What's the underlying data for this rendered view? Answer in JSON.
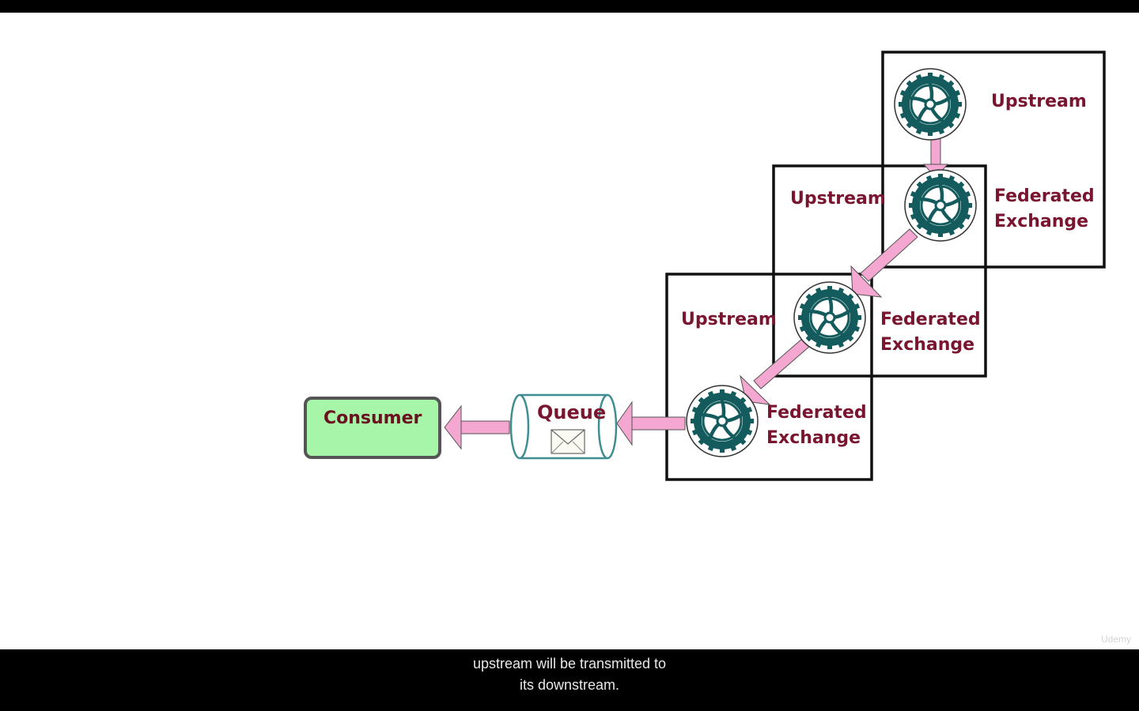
{
  "diagram": {
    "consumer": {
      "label": "Consumer",
      "fill": "#a6f5a8",
      "stroke": "#555555"
    },
    "queue": {
      "label": "Queue",
      "stroke": "#3f8e93",
      "icon": "envelope-icon"
    },
    "nodes": [
      {
        "upstream_label": "Upstream",
        "exchange_label_1": "Federated",
        "exchange_label_2": "Exchange"
      },
      {
        "upstream_label": "Upstream",
        "exchange_label_1": "Federated",
        "exchange_label_2": "Exchange"
      },
      {
        "upstream_label": "Upstream",
        "exchange_label_1": "Federated",
        "exchange_label_2": "Exchange"
      }
    ],
    "top_label": "Upstream",
    "colors": {
      "arrow": "#f4a7d0",
      "gear": "#145b5e",
      "label": "#7a1530"
    }
  },
  "caption": {
    "line1": "upstream will be transmitted to",
    "line2": "its downstream."
  },
  "watermark": "Udemy"
}
